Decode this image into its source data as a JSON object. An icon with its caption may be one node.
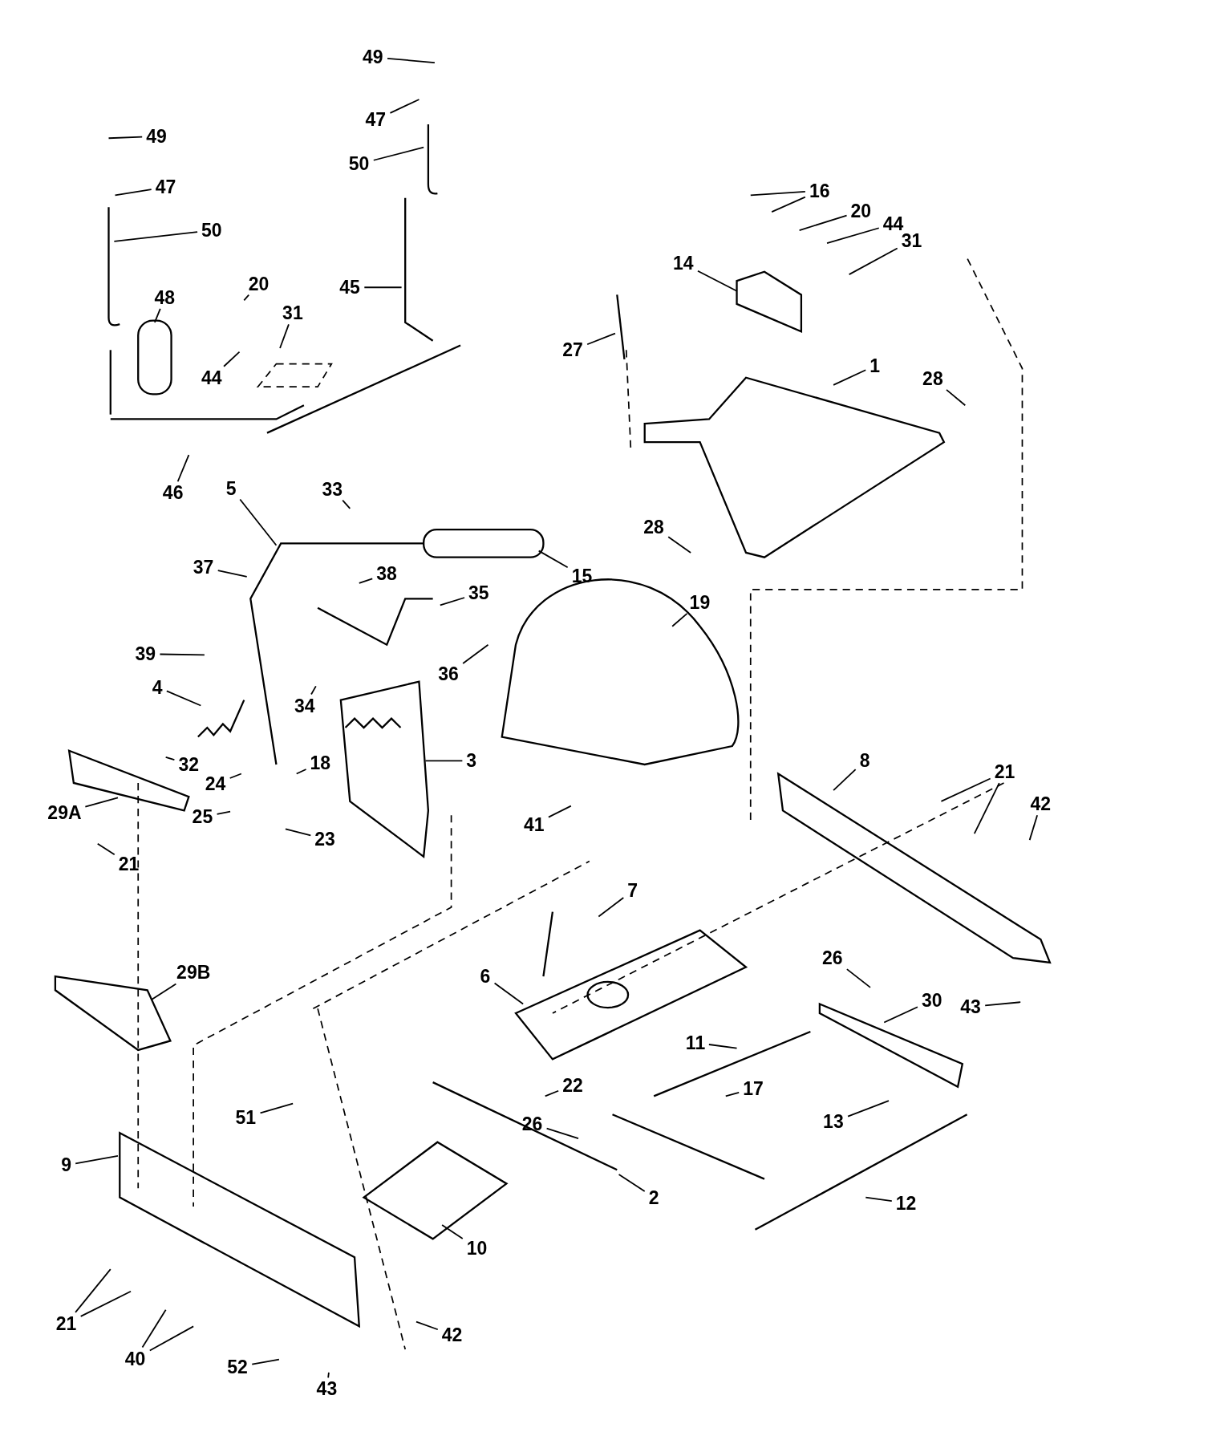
{
  "diagram": {
    "nodes": [
      {
        "text": [
          "49"
        ]
      },
      {
        "text": [
          "49"
        ]
      },
      {
        "text": [
          "47"
        ]
      },
      {
        "text": [
          "47"
        ]
      },
      {
        "text": [
          "50"
        ]
      },
      {
        "text": [
          "50"
        ]
      },
      {
        "text": [
          "16"
        ]
      },
      {
        "text": [
          "20"
        ]
      },
      {
        "text": [
          "44"
        ]
      },
      {
        "text": [
          "31"
        ]
      },
      {
        "text": [
          "20"
        ]
      },
      {
        "text": [
          "48"
        ]
      },
      {
        "text": [
          "45"
        ]
      },
      {
        "text": [
          "31"
        ]
      },
      {
        "text": [
          "14"
        ]
      },
      {
        "text": [
          "27"
        ]
      },
      {
        "text": [
          "1"
        ]
      },
      {
        "text": [
          "44"
        ]
      },
      {
        "text": [
          "28"
        ]
      },
      {
        "text": [
          "46"
        ]
      },
      {
        "text": [
          "33"
        ]
      },
      {
        "text": [
          "5"
        ]
      },
      {
        "text": [
          "28"
        ]
      },
      {
        "text": [
          "15"
        ]
      },
      {
        "text": [
          "37"
        ]
      },
      {
        "text": [
          "38"
        ]
      },
      {
        "text": [
          "35"
        ]
      },
      {
        "text": [
          "19"
        ]
      },
      {
        "text": [
          "39"
        ]
      },
      {
        "text": [
          "36"
        ]
      },
      {
        "text": [
          "34"
        ]
      },
      {
        "text": [
          "4"
        ]
      },
      {
        "text": [
          "3"
        ]
      },
      {
        "text": [
          "18"
        ]
      },
      {
        "text": [
          "32"
        ]
      },
      {
        "text": [
          "24"
        ]
      },
      {
        "text": [
          "8"
        ]
      },
      {
        "text": [
          "21"
        ]
      },
      {
        "text": [
          "42"
        ]
      },
      {
        "text": [
          "29A"
        ]
      },
      {
        "text": [
          "25"
        ]
      },
      {
        "text": [
          "23"
        ]
      },
      {
        "text": [
          "41"
        ]
      },
      {
        "text": [
          "21"
        ]
      },
      {
        "text": [
          "7"
        ]
      },
      {
        "text": [
          "26"
        ]
      },
      {
        "text": [
          "29B"
        ]
      },
      {
        "text": [
          "6"
        ]
      },
      {
        "text": [
          "30"
        ]
      },
      {
        "text": [
          "43"
        ]
      },
      {
        "text": [
          "11"
        ]
      },
      {
        "text": [
          "22"
        ]
      },
      {
        "text": [
          "17"
        ]
      },
      {
        "text": [
          "51"
        ]
      },
      {
        "text": [
          "13"
        ]
      },
      {
        "text": [
          "26"
        ]
      },
      {
        "text": [
          "9"
        ]
      },
      {
        "text": [
          "2"
        ]
      },
      {
        "text": [
          "12"
        ]
      },
      {
        "text": [
          "10"
        ]
      },
      {
        "text": [
          "21"
        ]
      },
      {
        "text": [
          "42"
        ]
      },
      {
        "text": [
          "40"
        ]
      },
      {
        "text": [
          "52"
        ]
      },
      {
        "text": [
          "43"
        ]
      }
    ],
    "edges": [
      {
        "from": 0,
        "to": null,
        "arrow": "none"
      },
      {
        "from": 1,
        "to": null,
        "arrow": "none"
      },
      {
        "from": 2,
        "to": null,
        "arrow": "none"
      },
      {
        "from": 3,
        "to": null,
        "arrow": "none"
      },
      {
        "from": 4,
        "to": null,
        "arrow": "none"
      },
      {
        "from": 5,
        "to": null,
        "arrow": "none"
      },
      {
        "from": 6,
        "to": null,
        "arrow": "none"
      },
      {
        "from": 6,
        "to": null,
        "arrow": "none"
      },
      {
        "from": 7,
        "to": null,
        "arrow": "none"
      },
      {
        "from": 8,
        "to": null,
        "arrow": "none"
      },
      {
        "from": 9,
        "to": null,
        "arrow": "none"
      },
      {
        "from": 10,
        "to": null,
        "arrow": "none"
      },
      {
        "from": 11,
        "to": null,
        "arrow": "none"
      },
      {
        "from": 12,
        "to": null,
        "arrow": "none"
      },
      {
        "from": 13,
        "to": null,
        "arrow": "none"
      },
      {
        "from": 14,
        "to": null,
        "arrow": "none"
      },
      {
        "from": 15,
        "to": null,
        "arrow": "none"
      },
      {
        "from": 16,
        "to": null,
        "arrow": "none"
      },
      {
        "from": 17,
        "to": null,
        "arrow": "none"
      },
      {
        "from": 18,
        "to": null,
        "arrow": "none"
      },
      {
        "from": 19,
        "to": null,
        "arrow": "none"
      },
      {
        "from": 20,
        "to": null,
        "arrow": "none"
      },
      {
        "from": 21,
        "to": null,
        "arrow": "none"
      },
      {
        "from": 22,
        "to": null,
        "arrow": "none"
      },
      {
        "from": 23,
        "to": null,
        "arrow": "none"
      },
      {
        "from": 24,
        "to": null,
        "arrow": "none"
      },
      {
        "from": 25,
        "to": null,
        "arrow": "none"
      },
      {
        "from": 26,
        "to": null,
        "arrow": "none"
      },
      {
        "from": 27,
        "to": null,
        "arrow": "none"
      },
      {
        "from": 28,
        "to": null,
        "arrow": "none"
      },
      {
        "from": 29,
        "to": null,
        "arrow": "none"
      },
      {
        "from": 30,
        "to": null,
        "arrow": "none"
      },
      {
        "from": 31,
        "to": null,
        "arrow": "none"
      },
      {
        "from": 32,
        "to": null,
        "arrow": "none"
      },
      {
        "from": 33,
        "to": null,
        "arrow": "none"
      },
      {
        "from": 34,
        "to": null,
        "arrow": "none"
      },
      {
        "from": 35,
        "to": null,
        "arrow": "none"
      },
      {
        "from": 36,
        "to": null,
        "arrow": "none"
      },
      {
        "from": 37,
        "to": null,
        "arrow": "none"
      },
      {
        "from": 37,
        "to": null,
        "arrow": "none"
      },
      {
        "from": 38,
        "to": null,
        "arrow": "none"
      },
      {
        "from": 39,
        "to": null,
        "arrow": "none"
      },
      {
        "from": 40,
        "to": null,
        "arrow": "none"
      },
      {
        "from": 41,
        "to": null,
        "arrow": "none"
      },
      {
        "from": 42,
        "to": null,
        "arrow": "none"
      },
      {
        "from": 43,
        "to": null,
        "arrow": "none"
      },
      {
        "from": 44,
        "to": null,
        "arrow": "none"
      },
      {
        "from": 45,
        "to": null,
        "arrow": "none"
      },
      {
        "from": 46,
        "to": null,
        "arrow": "none"
      },
      {
        "from": 47,
        "to": null,
        "arrow": "none"
      },
      {
        "from": 48,
        "to": null,
        "arrow": "none"
      },
      {
        "from": 49,
        "to": null,
        "arrow": "none"
      },
      {
        "from": 50,
        "to": null,
        "arrow": "none"
      },
      {
        "from": 51,
        "to": null,
        "arrow": "none"
      },
      {
        "from": 52,
        "to": null,
        "arrow": "none"
      },
      {
        "from": 53,
        "to": null,
        "arrow": "none"
      },
      {
        "from": 54,
        "to": null,
        "arrow": "none"
      },
      {
        "from": 55,
        "to": null,
        "arrow": "none"
      },
      {
        "from": 56,
        "to": null,
        "arrow": "none"
      },
      {
        "from": 57,
        "to": null,
        "arrow": "none"
      },
      {
        "from": 58,
        "to": null,
        "arrow": "none"
      },
      {
        "from": 59,
        "to": null,
        "arrow": "none"
      },
      {
        "from": 60,
        "to": null,
        "arrow": "none"
      },
      {
        "from": 60,
        "to": null,
        "arrow": "none"
      },
      {
        "from": 61,
        "to": null,
        "arrow": "none"
      },
      {
        "from": 62,
        "to": null,
        "arrow": "none"
      },
      {
        "from": 62,
        "to": null,
        "arrow": "none"
      },
      {
        "from": 63,
        "to": null,
        "arrow": "none"
      },
      {
        "from": 64,
        "to": null,
        "arrow": "none"
      }
    ]
  }
}
